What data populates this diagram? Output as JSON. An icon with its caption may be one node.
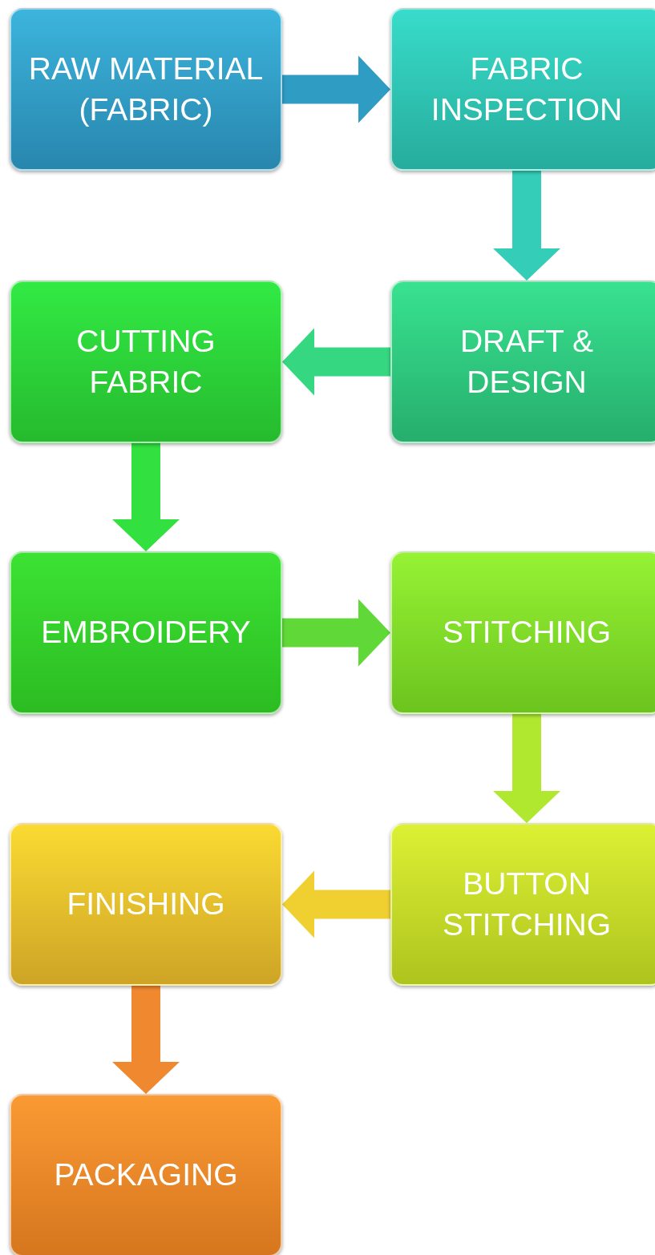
{
  "diagram": {
    "nodes": [
      {
        "text": [
          "RAW MATERIAL (FABRIC)"
        ]
      },
      {
        "text": [
          "FABRIC INSPECTION"
        ]
      },
      {
        "text": [
          "DRAFT & DESIGN"
        ]
      },
      {
        "text": [
          "CUTTING FABRIC"
        ]
      },
      {
        "text": [
          "EMBROIDERY"
        ]
      },
      {
        "text": [
          "STITCHING"
        ]
      },
      {
        "text": [
          "BUTTON STITCHING"
        ]
      },
      {
        "text": [
          "FINISHING"
        ]
      },
      {
        "text": [
          "PACKAGING"
        ]
      }
    ],
    "edges": [
      {
        "from": 0,
        "to": 1,
        "arrow": "to",
        "color": "#2f9cc4"
      },
      {
        "from": 1,
        "to": 2,
        "arrow": "to",
        "color": "#34cdb8"
      },
      {
        "from": 2,
        "to": 3,
        "arrow": "to",
        "color": "#35d880"
      },
      {
        "from": 3,
        "to": 4,
        "arrow": "to",
        "color": "#32e040"
      },
      {
        "from": 4,
        "to": 5,
        "arrow": "to",
        "color": "#60d838"
      },
      {
        "from": 5,
        "to": 6,
        "arrow": "to",
        "color": "#b0e830"
      },
      {
        "from": 6,
        "to": 7,
        "arrow": "to",
        "color": "#f0d030"
      },
      {
        "from": 7,
        "to": 8,
        "arrow": "to",
        "color": "#f08830"
      }
    ]
  }
}
